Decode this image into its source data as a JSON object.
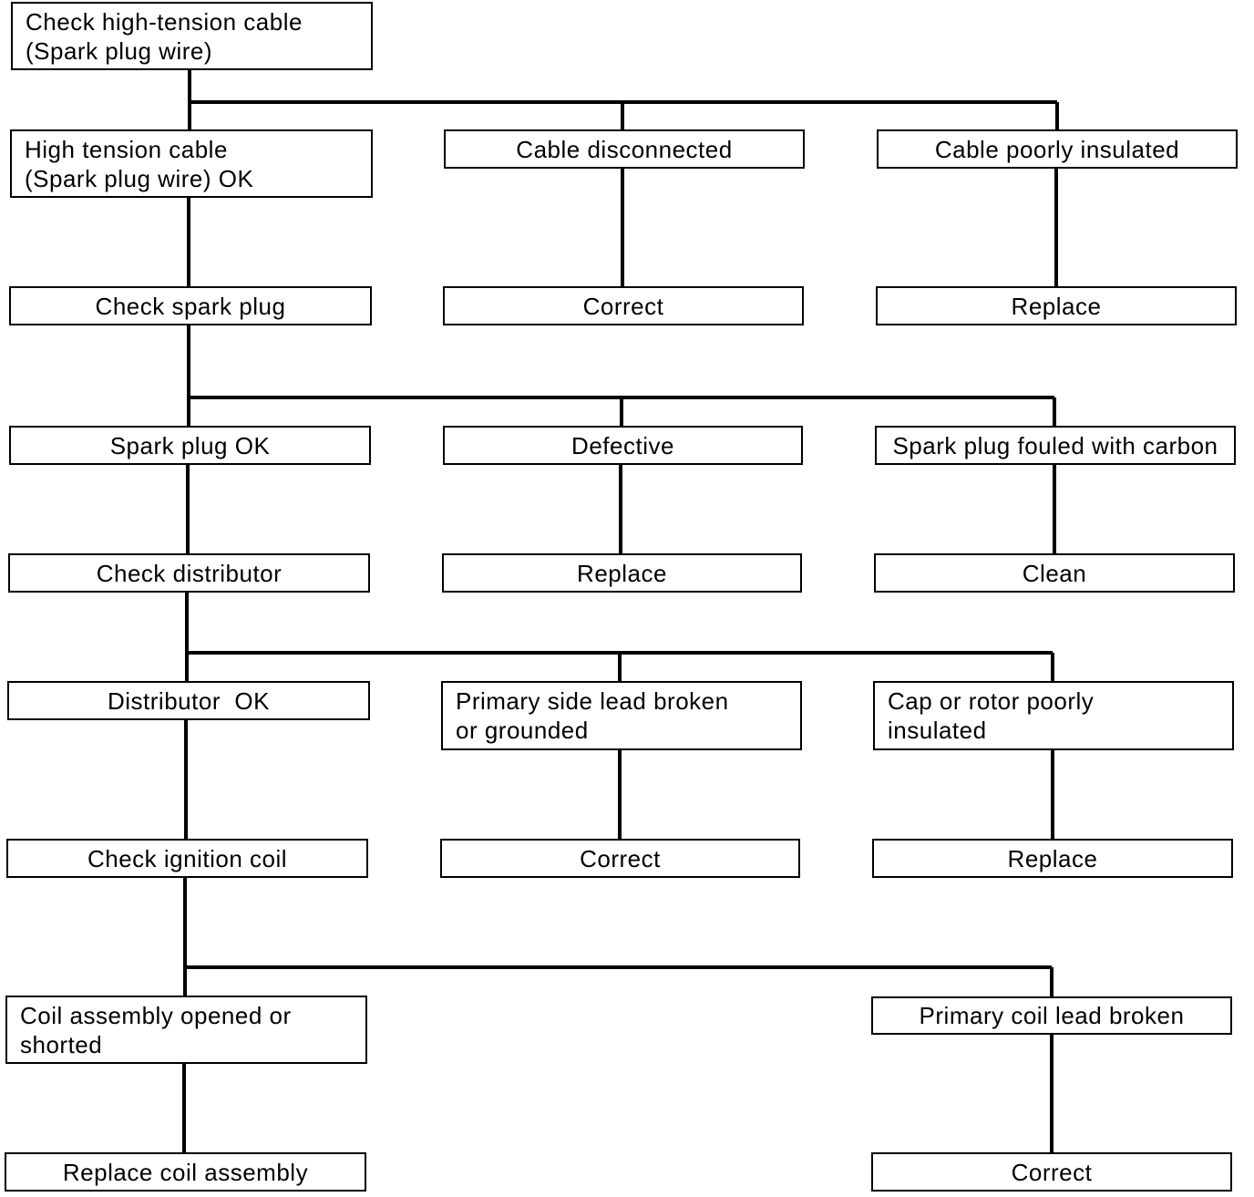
{
  "flowchart": {
    "nodes": {
      "check_cable": "Check high-tension cable\n(Spark plug wire)",
      "cable_ok": "High tension cable\n(Spark plug wire) OK",
      "cable_disconnected": "Cable disconnected",
      "cable_poorly_insulated": "Cable poorly insulated",
      "check_spark_plug": "Check spark plug",
      "correct_1": "Correct",
      "replace_1": "Replace",
      "spark_plug_ok": "Spark plug OK",
      "defective": "Defective",
      "spark_plug_fouled": "Spark plug fouled with carbon",
      "check_distributor": "Check distributor",
      "replace_2": "Replace",
      "clean": "Clean",
      "distributor_ok": "Distributor  OK",
      "primary_side_lead": "Primary side lead broken\nor grounded",
      "cap_or_rotor": "Cap or rotor poorly\ninsulated",
      "check_ignition_coil": "Check ignition coil",
      "correct_2": "Correct",
      "replace_3": "Replace",
      "coil_assembly": "Coil assembly opened or\nshorted",
      "primary_coil_lead": "Primary coil lead broken",
      "replace_coil_assembly": "Replace coil assembly",
      "correct_3": "Correct"
    }
  }
}
